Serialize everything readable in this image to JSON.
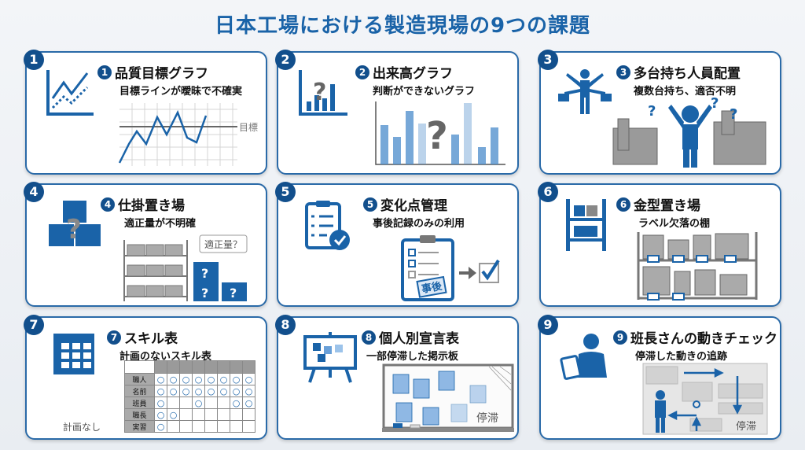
{
  "title": "日本工場における製造現場の9つの課題",
  "panels": [
    {
      "badge": "1",
      "num": "1",
      "title": "品質目標グラフ",
      "subtitle": "目標ラインが曖昧で不確実",
      "icon": "line-chart-icon",
      "label": "目標"
    },
    {
      "badge": "2",
      "num": "2",
      "title": "出来高グラフ",
      "subtitle": "判断ができないグラフ",
      "icon": "bar-chart-question-icon",
      "label": "?"
    },
    {
      "badge": "3",
      "num": "3",
      "title": "多台持ち人員配置",
      "subtitle": "複数台持ち、適否不明",
      "icon": "multi-arm-worker-icon"
    },
    {
      "badge": "4",
      "num": "4",
      "title": "仕掛置き場",
      "subtitle": "適正量が不明確",
      "icon": "boxes-question-icon",
      "label": "適正量？",
      "q": "?"
    },
    {
      "badge": "5",
      "num": "5",
      "title": "変化点管理",
      "subtitle": "事後記録のみの利用",
      "icon": "clipboard-check-icon",
      "label": "事後"
    },
    {
      "badge": "6",
      "num": "6",
      "title": "金型置き場",
      "subtitle": "ラベル欠落の棚",
      "icon": "shelf-icon"
    },
    {
      "badge": "7",
      "num": "7",
      "title": "スキル表",
      "subtitle": "計画のないスキル表",
      "icon": "table-grid-icon",
      "label": "計画なし",
      "rows": [
        "職人",
        "名前",
        "班員",
        "職長",
        "実習"
      ],
      "mark": "○"
    },
    {
      "badge": "8",
      "num": "8",
      "title": "個人別宣言表",
      "subtitle": "一部停滞した掲示板",
      "icon": "easel-board-icon",
      "label": "停滞"
    },
    {
      "badge": "9",
      "num": "9",
      "title": "班長さんの動きチェック",
      "subtitle": "停滞した動きの追跡",
      "icon": "leader-clipboard-icon",
      "label": "停滞"
    }
  ],
  "colors": {
    "accent": "#124f8c",
    "title": "#1a63a8",
    "light": "#9cc3ea"
  }
}
